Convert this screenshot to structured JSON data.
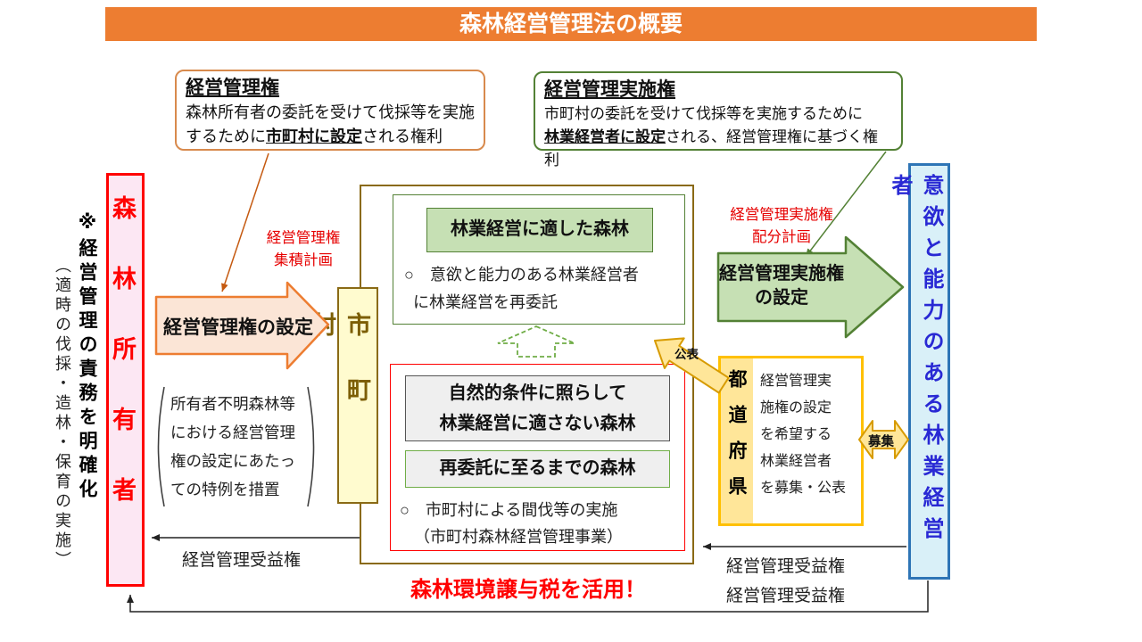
{
  "banner": {
    "title": "森林経営管理法の概要",
    "bg_color": "#ED7D31"
  },
  "definitions": {
    "management_right": {
      "title": "経営管理権",
      "body_pre": "森林所有者の委託を受けて伐採等を実施するために",
      "body_emphasis": "市町村に設定",
      "body_post": "される権利"
    },
    "management_implementation_right": {
      "title": "経営管理実施権",
      "body_pre": "市町村の委託を受けて伐採等を実施するために",
      "body_emphasis": "林業経営者に設定",
      "body_post": "される、経営管理権に基づく権利"
    }
  },
  "left_margin_note": {
    "line1": "※経営管理の責務を明確化",
    "line2": "（適時の伐採・造林・保育の実施）"
  },
  "forest_owner": {
    "label": "森林所有者",
    "border_color": "#FF0000",
    "text_color": "#FF0000"
  },
  "owner_exception_note": {
    "text": "所有者不明森林等における経営管理権の設定にあたっての特例を措置"
  },
  "municipality": {
    "label": "市町村",
    "border_color": "#8A6A15"
  },
  "management_right_arrow": {
    "label": "経営管理権の設定",
    "plan_line1": "経営管理権",
    "plan_line2": "集積計画"
  },
  "suited_forest": {
    "title": "林業経営に適した森林",
    "bullet_line1": "○　意欲と能力のある林業経営者",
    "bullet_line2": "に林業経営を再委託"
  },
  "unsuited_forest": {
    "title_line1": "自然的条件に照らして",
    "title_line2": "林業経営に適さない森林",
    "subtitle": "再委託に至るまでの森林",
    "bullet_line1": "○　市町村による間伐等の実施",
    "bullet_line2": "（市町村森林経営管理事業）"
  },
  "implementation_right_arrow": {
    "label_line1": "経営管理実施権",
    "label_line2": "の設定",
    "plan_line1": "経営管理実施権",
    "plan_line2": "配分計画"
  },
  "prefecture": {
    "label": "都道府県",
    "body_lines": [
      "経営管理実",
      "施権の設定",
      "を希望する",
      "林業経営者",
      "を募集・公表"
    ],
    "border_color": "#FFC000"
  },
  "publish_arrow": {
    "label": "公表"
  },
  "recruit_arrow": {
    "label": "募集"
  },
  "forestry_operator": {
    "label": "意欲と能力のある林業経営者",
    "border_color": "#2E75B6",
    "text_color": "#2929D4"
  },
  "tax_note": {
    "text": "森林環境譲与税を活用！",
    "color": "#FF0000"
  },
  "beneficiary_right_label": "経営管理受益権",
  "accent_colors": {
    "banner_orange": "#ED7D31",
    "red": "#FF0000",
    "green_dark": "#538135",
    "green_light": "#C6E0B4",
    "orange_arrow_fill": "#FBE5D6",
    "orange_arrow_border": "#ED7D31",
    "gold_fill": "#FFE699",
    "gold_border": "#D79B00",
    "brown_border": "#8A6A15",
    "pink_fill": "#FCE7F3",
    "blue_border": "#2E75B6",
    "blue_fill": "#D9F0F8",
    "blue_text": "#2929D4"
  }
}
